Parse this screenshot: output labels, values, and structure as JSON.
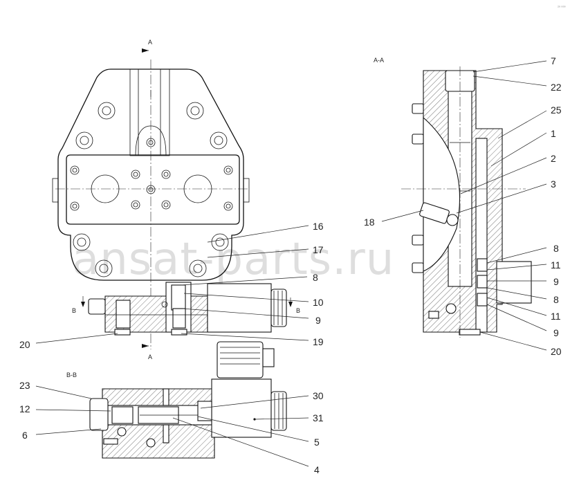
{
  "corner_mark": "₂₀ ₀₀₀",
  "watermark": "ansat-parts.ru",
  "sections": {
    "aa_title": "A-A",
    "bb_title": "B-B",
    "arrow_a_top": "A",
    "arrow_a_bottom": "A",
    "arrow_b_left": "B",
    "arrow_b_right": "B"
  },
  "callouts": {
    "c7": "7",
    "c22": "22",
    "c25": "25",
    "c1": "1",
    "c2": "2",
    "c3": "3",
    "c18": "18",
    "c8a": "8",
    "c11a": "11",
    "c9a": "9",
    "c8b": "8",
    "c11b": "11",
    "c9b": "9",
    "c20r": "20",
    "c16": "16",
    "c17": "17",
    "c8m": "8",
    "c10": "10",
    "c9m": "9",
    "c19": "19",
    "c20l": "20",
    "c23": "23",
    "c12": "12",
    "c6": "6",
    "c30": "30",
    "c31": "31",
    "c5": "5",
    "c4": "4"
  }
}
